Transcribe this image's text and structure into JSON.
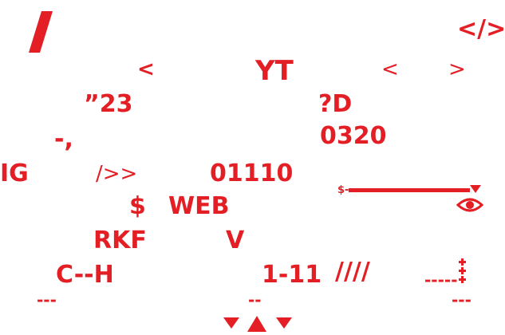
{
  "colors": {
    "accent": "#e31e24",
    "background": "#ffffff"
  },
  "glyphs": {
    "slash": "/",
    "code_tag": "</>",
    "lt_1": "<",
    "yt": "YT",
    "lt_2": "<",
    "gt_1": ">",
    "quote_23": "”23",
    "qd": "?D",
    "dash_comma": "-,",
    "num_0320": "0320",
    "ig": "IG",
    "arrows": "/>>",
    "num_01110": "01110",
    "dollar": "$",
    "web": "WEB",
    "rkf": "RKF",
    "v": "V",
    "c_h": "C--H",
    "range_1_11": "1-11",
    "slashes": "////",
    "dashes_left": "---",
    "dashes_mid": "--",
    "dashes_right": "---",
    "dashes_plus": "-----",
    "slider_prefix": "$-"
  },
  "icons": [
    "eye-icon",
    "plus-column-icon",
    "triangle-down-icon",
    "triangle-up-icon",
    "slider-handle-icon"
  ]
}
